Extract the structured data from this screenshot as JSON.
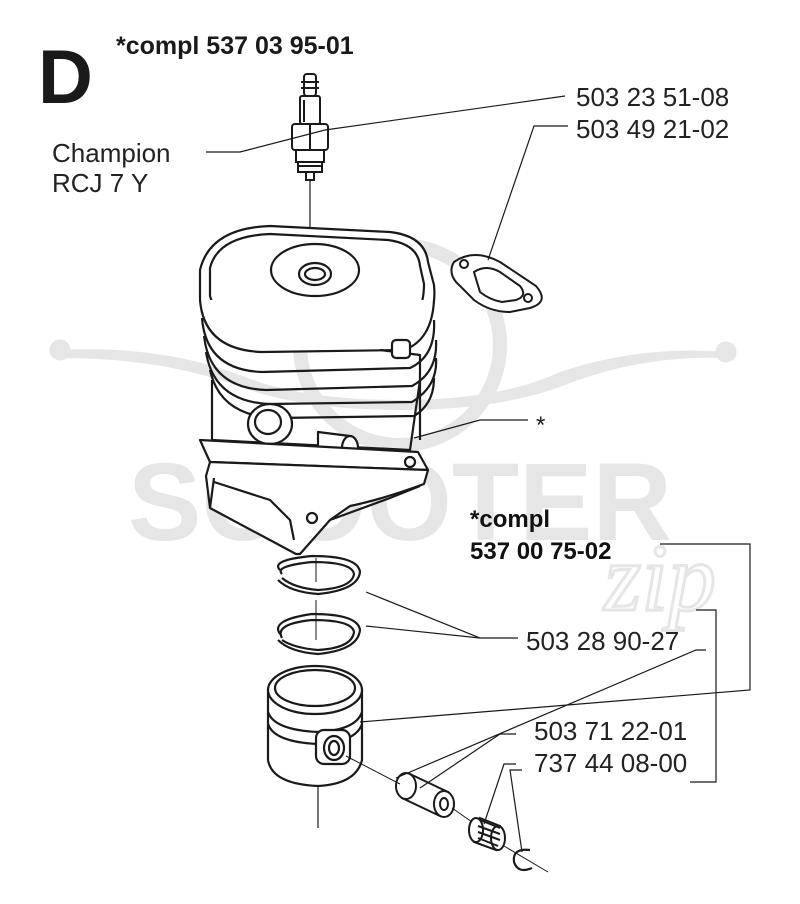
{
  "section_letter": "D",
  "title": "*compl 537 03 95-01",
  "spark_plug": {
    "brand": "Champion",
    "model": "RCJ 7 Y"
  },
  "part_numbers": {
    "spark_plug": "503 23 51-08",
    "exhaust_gasket": "503 49 21-02",
    "piston_rings": "503 28 90-27",
    "piston_pin": "503 71 22-01",
    "circlip": "737 44 08-00"
  },
  "cylinder_marker": "*",
  "sub_assembly": {
    "prefix": "*compl",
    "number": "537 00 75-02"
  },
  "watermark": {
    "text": "SCOOTER",
    "script": "zip"
  },
  "colors": {
    "ink": "#1a1a1a",
    "watermark": "#e6e6e6",
    "fill": "#ffffff"
  }
}
